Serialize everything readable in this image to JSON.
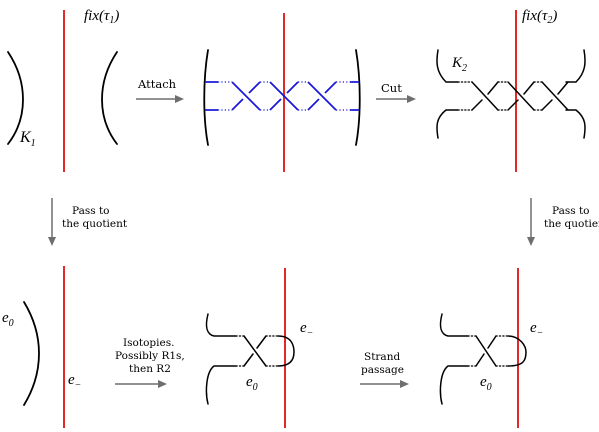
{
  "labels": {
    "fix_tau1": "fix(τ1)",
    "fix_tau2": "fix(τ2)",
    "k1": "K1",
    "k2": "K2",
    "e0_left": "e0",
    "e0_mid": "e0",
    "e0_right": "e0",
    "e_minus_left": "e−",
    "e_minus_mid": "e−",
    "e_minus_right": "e−"
  },
  "arrows": {
    "attach": "Attach",
    "cut": "Cut",
    "pass_left": [
      "Pass to",
      "the quotient"
    ],
    "pass_right": [
      "Pass to",
      "the quotient"
    ],
    "isotopies": [
      "Isotopies.",
      "Possibly R1s,",
      "then R2"
    ],
    "strand_passage": [
      "Strand",
      "passage"
    ]
  },
  "colors": {
    "axis": "#e01010",
    "attached_band": "#1a1ad6",
    "strand": "#000000",
    "arrow": "#6e6e6e"
  }
}
